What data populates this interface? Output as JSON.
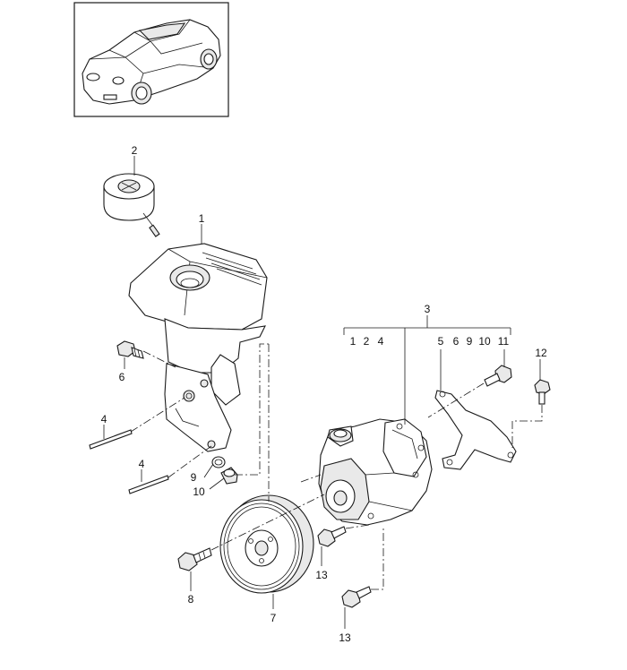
{
  "callouts": {
    "c1": "1",
    "c2": "2",
    "c3": "3",
    "c4a": "4",
    "c4b": "4",
    "c5": "5",
    "c6": "6",
    "c7": "7",
    "c8": "8",
    "c9": "9",
    "c10": "10",
    "c12": "12",
    "c13a": "13",
    "c13b": "13"
  },
  "group3_items": [
    "1",
    "2",
    "4",
    "5",
    "6",
    "9",
    "10",
    "11"
  ]
}
